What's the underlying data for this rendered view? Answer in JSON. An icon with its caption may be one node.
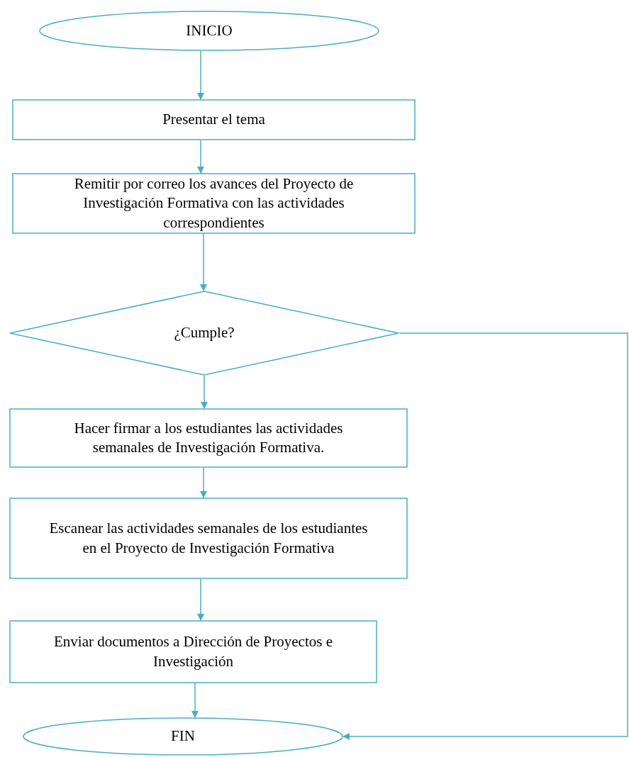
{
  "diagram": {
    "nodes": [
      {
        "text": [
          "INICIO"
        ]
      },
      {
        "text": [
          "Presentar el tema"
        ]
      },
      {
        "text": [
          "Remitir por correo los avances del Proyecto de Investigación Formativa con las actividades correspondientes"
        ]
      },
      {
        "text": [
          "¿Cumple?"
        ]
      },
      {
        "text": [
          "Hacer firmar a los estudiantes las actividades semanales de Investigación Formativa."
        ]
      },
      {
        "text": [
          "Escanear las actividades semanales de los estudiantes en el Proyecto de Investigación Formativa"
        ]
      },
      {
        "text": [
          "Enviar documentos a Dirección de Proyectos e Investigación"
        ]
      },
      {
        "text": [
          "FIN"
        ]
      }
    ],
    "edges": [
      {
        "from": 0,
        "to": 1,
        "arrow": "to"
      },
      {
        "from": 1,
        "to": 2,
        "arrow": "to"
      },
      {
        "from": 2,
        "to": 3,
        "arrow": "to"
      },
      {
        "from": 3,
        "to": 4,
        "arrow": "to"
      },
      {
        "from": 4,
        "to": 5,
        "arrow": "to"
      },
      {
        "from": 5,
        "to": 6,
        "arrow": "to"
      },
      {
        "from": 6,
        "to": 7,
        "arrow": "to"
      },
      {
        "from": 3,
        "to": 7,
        "arrow": "to"
      }
    ]
  }
}
